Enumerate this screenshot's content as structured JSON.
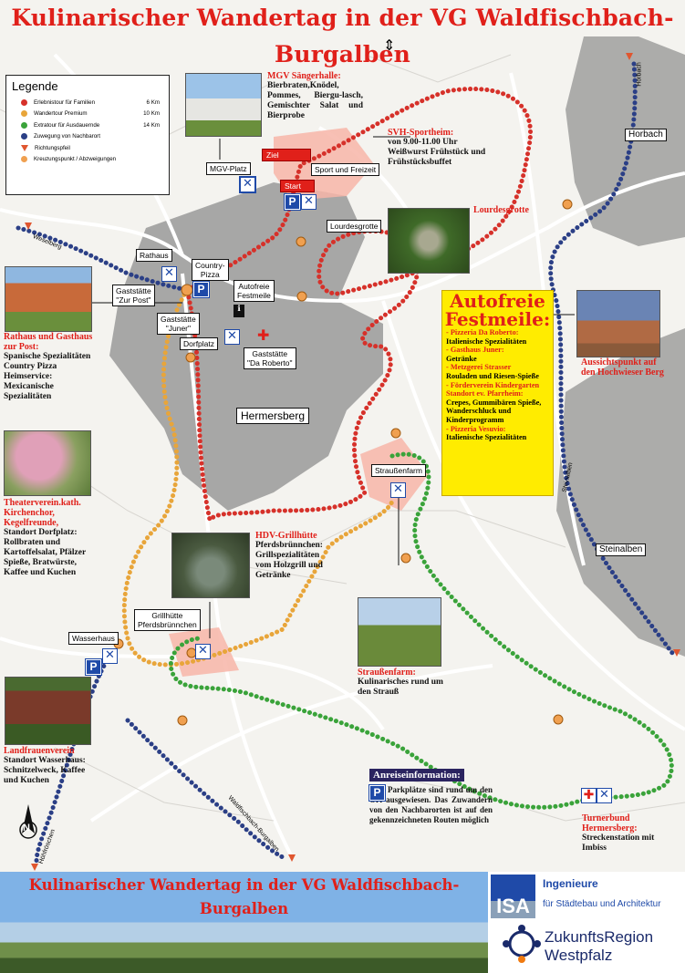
{
  "title": "Kulinarischer Wandertag in der VG Waldfischbach-Burgalben",
  "legend": {
    "heading": "Legende",
    "items": [
      {
        "label": "Erlebnistour für Familien",
        "km": "6 Km",
        "color": "#d6312a"
      },
      {
        "label": "Wandertour Premium",
        "km": "10 Km",
        "color": "#e8a53a"
      },
      {
        "label": "Extratour für Ausdauernde",
        "km": "14 Km",
        "color": "#3aa33a"
      },
      {
        "label": "Zuwegung von Nachbarort",
        "km": "",
        "color": "#2b3f86"
      },
      {
        "label": "Richtungspfeil",
        "km": "",
        "color": "#e0562f"
      },
      {
        "label": "Kreuzungspunkt / Abzweigungen",
        "km": "",
        "color": "#f0a050"
      }
    ]
  },
  "places": {
    "mgv_platz": "MGV-Platz",
    "ziel": "Ziel",
    "start": "Start",
    "sport": "Sport und Freizeit",
    "lourdesgrotte": "Lourdesgrotte",
    "rathaus": "Rathaus",
    "country_pizza": "Country-\nPizza",
    "zur_post": "Gaststätte\n\"Zur Post\"",
    "autofreie": "Autofreie\nFestmeile",
    "juner": "Gaststätte\n\"Juner\"",
    "dorfplatz": "Dorfplatz",
    "da_roberto": "Gaststätte\n\"Da Roberto\"",
    "hermersberg": "Hermersberg",
    "straussenfarm": "Straußenfarm",
    "grillhuette": "Grillhütte\nPferdsbrünnchen",
    "wasserhaus": "Wasserhaus",
    "horbach": "Horbach",
    "steinalben": "Steinalben",
    "horbach_road": "Horbach",
    "steinalben_road": "Steinalben",
    "weselberg_road": "Weselberg",
    "hoehfroeschen_road": "Höhfröschen",
    "waldfischbach_road": "Waldfischbach-Burgalben",
    "lourdesgrotte_red": "Lourdesgrotte"
  },
  "captions": {
    "mgv_title": "MGV Sängerhalle:",
    "mgv_text": "Bierbraten,Knödel, Pommes, Biergu-lasch, Gemischter Salat und Bierprobe",
    "svh_title": "SVH-Sportheim:",
    "svh_text": "von 9.00-11.00 Uhr Weißwurst Frühstück und Frühstücksbuffet",
    "rathaus_title": "Rathaus und Gasthaus zur Post:",
    "rathaus_text": "Spanische Spezialitäten Country Pizza Heimservice: Mexicanische Spezialitäten",
    "theater_title": "Theaterverein.kath. Kirchenchor, Kegelfreunde,",
    "theater_text": "Standort Dorfplatz: Rollbraten und Kartoffelsalat, Pfälzer Spieße, Bratwürste, Kaffee und Kuchen",
    "hdv_title": "HDV-Grillhütte",
    "hdv_text": "Pferdsbrünnchen: Grillspezialitäten vom Holzgrill und Getränke",
    "strauss_title": "Straußenfarm:",
    "strauss_text": "Kulinarisches rund um den Strauß",
    "land_title": "Landfrauenverein",
    "land_text": "Standort Wasserhaus: Schnitzelweck, Kaffee und Kuchen",
    "aussicht_title": "Aussichtspunkt auf den Hochwieser Berg",
    "turner_title": "Turnerbund Hermersberg:",
    "turner_text": "Streckenstation mit Imbiss",
    "anreise_title": "Anreiseinformation:",
    "anreise_text": "Parkplätze sind rund um den Ort ausgewiesen. Das Zuwandern von den Nachbarorten ist auf den gekennzeichneten Routen möglich"
  },
  "festmeile": {
    "title": "Autofreie Festmeile:",
    "entries": [
      {
        "name": "- Pizzeria Da Roberto:",
        "desc": "Italienische Spezialitäten"
      },
      {
        "name": "- Gasthaus Juner:",
        "desc": "Getränke"
      },
      {
        "name": "- Metzgerei Strasser",
        "desc": "Rouladen und Riesen-Spieße"
      },
      {
        "name": "- Förderverein Kindergarten Standort ev. Pfarrheim:",
        "desc": "Crepes, Gummibären Spieße, Wanderschluck und Kinderprogramm"
      },
      {
        "name": "- Pizzeria Vesuvio:",
        "desc": "Italienische Spezialitäten"
      }
    ]
  },
  "footer": {
    "title": "Kulinarischer Wandertag in der VG Waldfischbach-Burgalben",
    "isa_logo": "ISA",
    "isa_line1": "Ingenieure",
    "isa_line2": "für Städtebau und Architektur",
    "zukunft_line1": "ZukunftsRegion",
    "zukunft_line2": "Westpfalz"
  },
  "compass": "N",
  "parking": "P"
}
